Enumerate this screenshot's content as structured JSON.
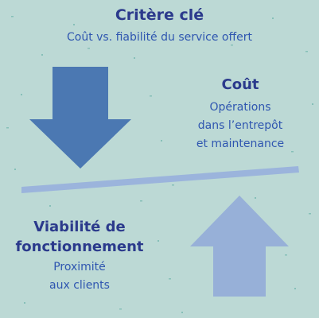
{
  "header": {
    "title": "Critère clé",
    "subtitle": "Coût vs. fiabilité du service offert"
  },
  "cost": {
    "heading": "Coût",
    "lines": [
      "Opérations",
      "dans l’entrepôt",
      "et maintenance"
    ]
  },
  "viability": {
    "heading_lines": [
      "Viabilité de",
      "fonctionnement"
    ],
    "lines": [
      "Proximité",
      "aux clients"
    ]
  },
  "icons": {
    "heavy_side": "arrow-down-icon",
    "light_side": "arrow-up-icon",
    "balance": "balance-beam"
  },
  "colors": {
    "background": "#bcd9d5",
    "down_arrow": "#4b78b2",
    "up_arrow": "#97b0d8",
    "beam": "#9bb4dc",
    "heading_text": "#2b3a8c",
    "body_text": "#2f56b0"
  }
}
